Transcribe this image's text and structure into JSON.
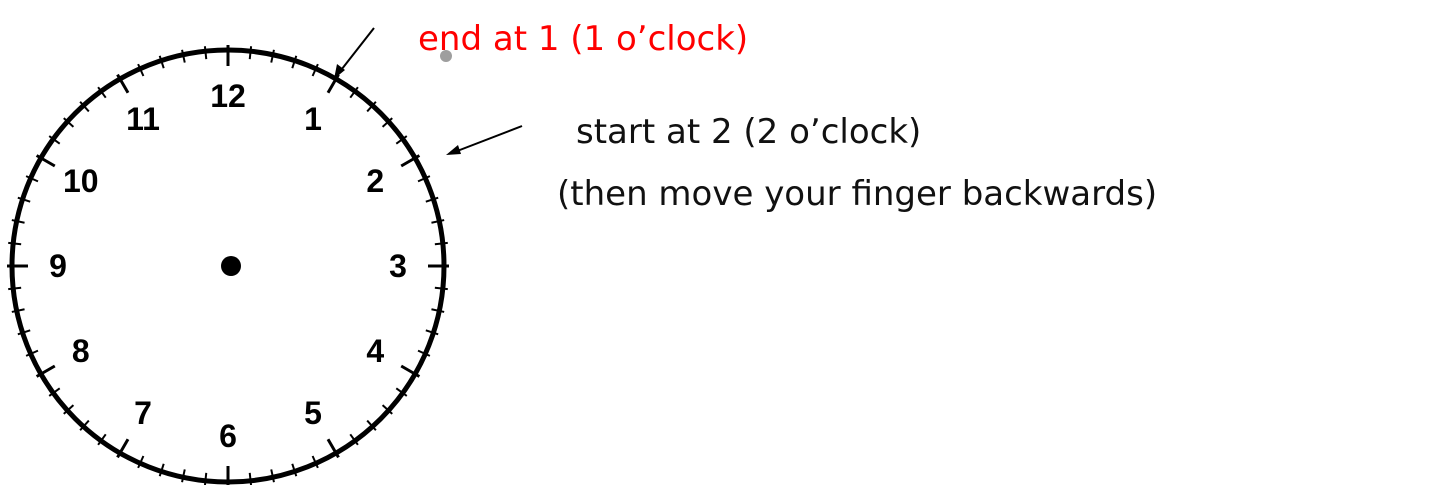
{
  "clock": {
    "numbers": [
      "12",
      "1",
      "2",
      "3",
      "4",
      "5",
      "6",
      "7",
      "8",
      "9",
      "10",
      "11"
    ]
  },
  "annotations": {
    "end": {
      "text": "end at 1 (1 o’clock)",
      "color": "#ff0000"
    },
    "start": {
      "text": "start at 2 (2 o’clock)"
    },
    "backwards": {
      "text": "(then move your finger backwards)"
    }
  }
}
